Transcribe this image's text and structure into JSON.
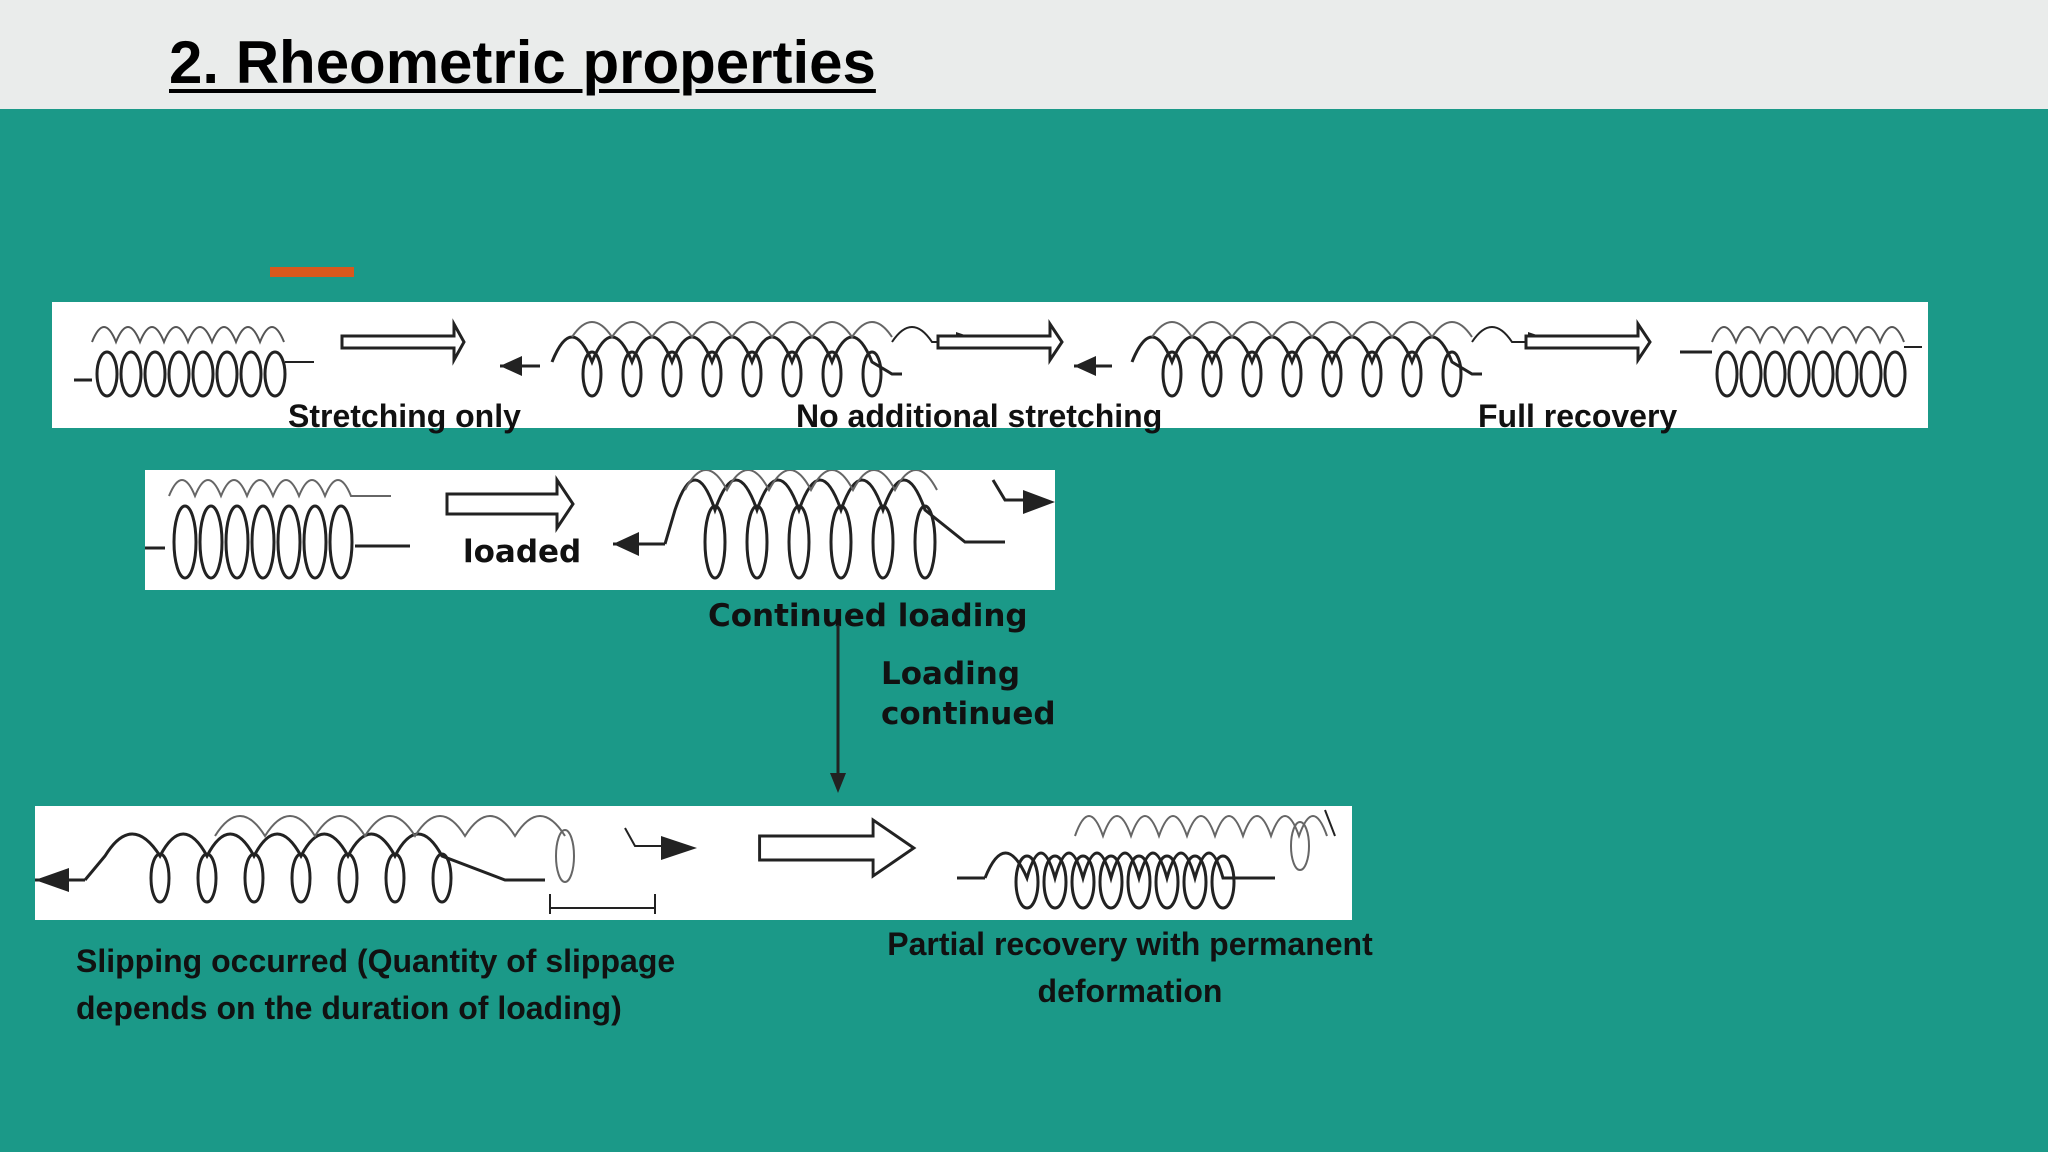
{
  "slide": {
    "title": "2. Rheometric properties",
    "accent_color": "#d9581c",
    "background_color": "#1b9988",
    "header_color": "#eaeceb"
  },
  "row1": {
    "labels": [
      "Stretching only",
      "No additional stretching",
      "Full recovery"
    ]
  },
  "row2": {
    "loaded_label": "loaded",
    "continued_label": "Continued loading"
  },
  "vertical_arrow": {
    "label_line1": "Loading",
    "label_line2": "continued"
  },
  "row3": {
    "slip_line1": "Slipping occurred (Quantity of slippage",
    "slip_line2": "depends on the duration of loading)",
    "partial_line1": "Partial recovery with permanent",
    "partial_line2": "deformation"
  }
}
